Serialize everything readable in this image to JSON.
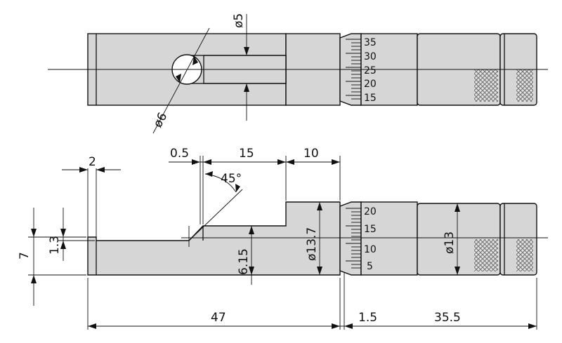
{
  "top_view": {
    "dia_slot": "ø5",
    "dia_hole": "ø6",
    "thimble_scale": [
      "35",
      "30",
      "25",
      "20",
      "15"
    ]
  },
  "side_view": {
    "dim_step": "2",
    "dim_chamfer_width": "0.5",
    "dim_slot_length": "15",
    "dim_shoulder": "10",
    "dim_angle": "45°",
    "dim_height": "7",
    "dim_recess": "1.3",
    "dim_depth": "6.15",
    "dim_dia_body": "ø13.7",
    "dim_dia_thimble": "ø13",
    "dim_overall": "47",
    "dim_gap": "1.5",
    "dim_thimble_length": "35.5",
    "thimble_scale": [
      "20",
      "15",
      "10",
      "5"
    ]
  },
  "colors": {
    "body": "#d6d6d6",
    "knurl": "#9a9a9a",
    "line": "#111111"
  }
}
